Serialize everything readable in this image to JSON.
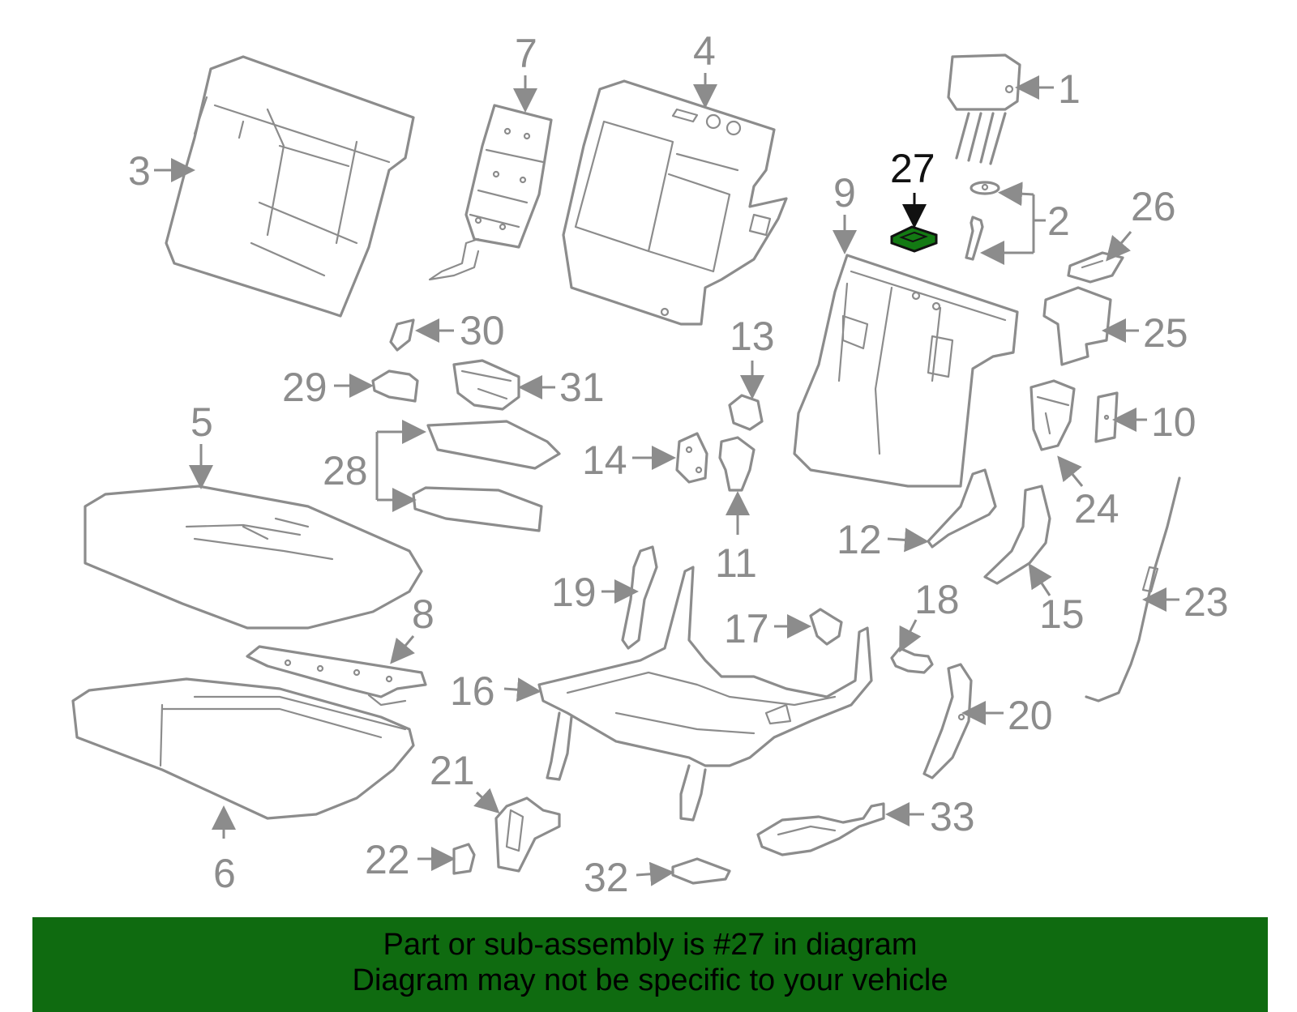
{
  "colors": {
    "banner_bg": "#0f6b10",
    "banner_text": "#000000",
    "line_gray": "#8c8c8c",
    "highlight_part": "#137a13",
    "highlight_label": "#111111"
  },
  "highlighted_part": "27",
  "callouts": [
    "1",
    "2",
    "3",
    "4",
    "5",
    "6",
    "7",
    "8",
    "9",
    "10",
    "11",
    "12",
    "13",
    "14",
    "15",
    "16",
    "17",
    "18",
    "19",
    "20",
    "21",
    "22",
    "23",
    "24",
    "25",
    "26",
    "27",
    "28",
    "29",
    "30",
    "31",
    "32",
    "33"
  ],
  "banner": {
    "line1": "Part or sub-assembly is #27 in diagram",
    "line2": "Diagram may not be specific to your vehicle"
  }
}
